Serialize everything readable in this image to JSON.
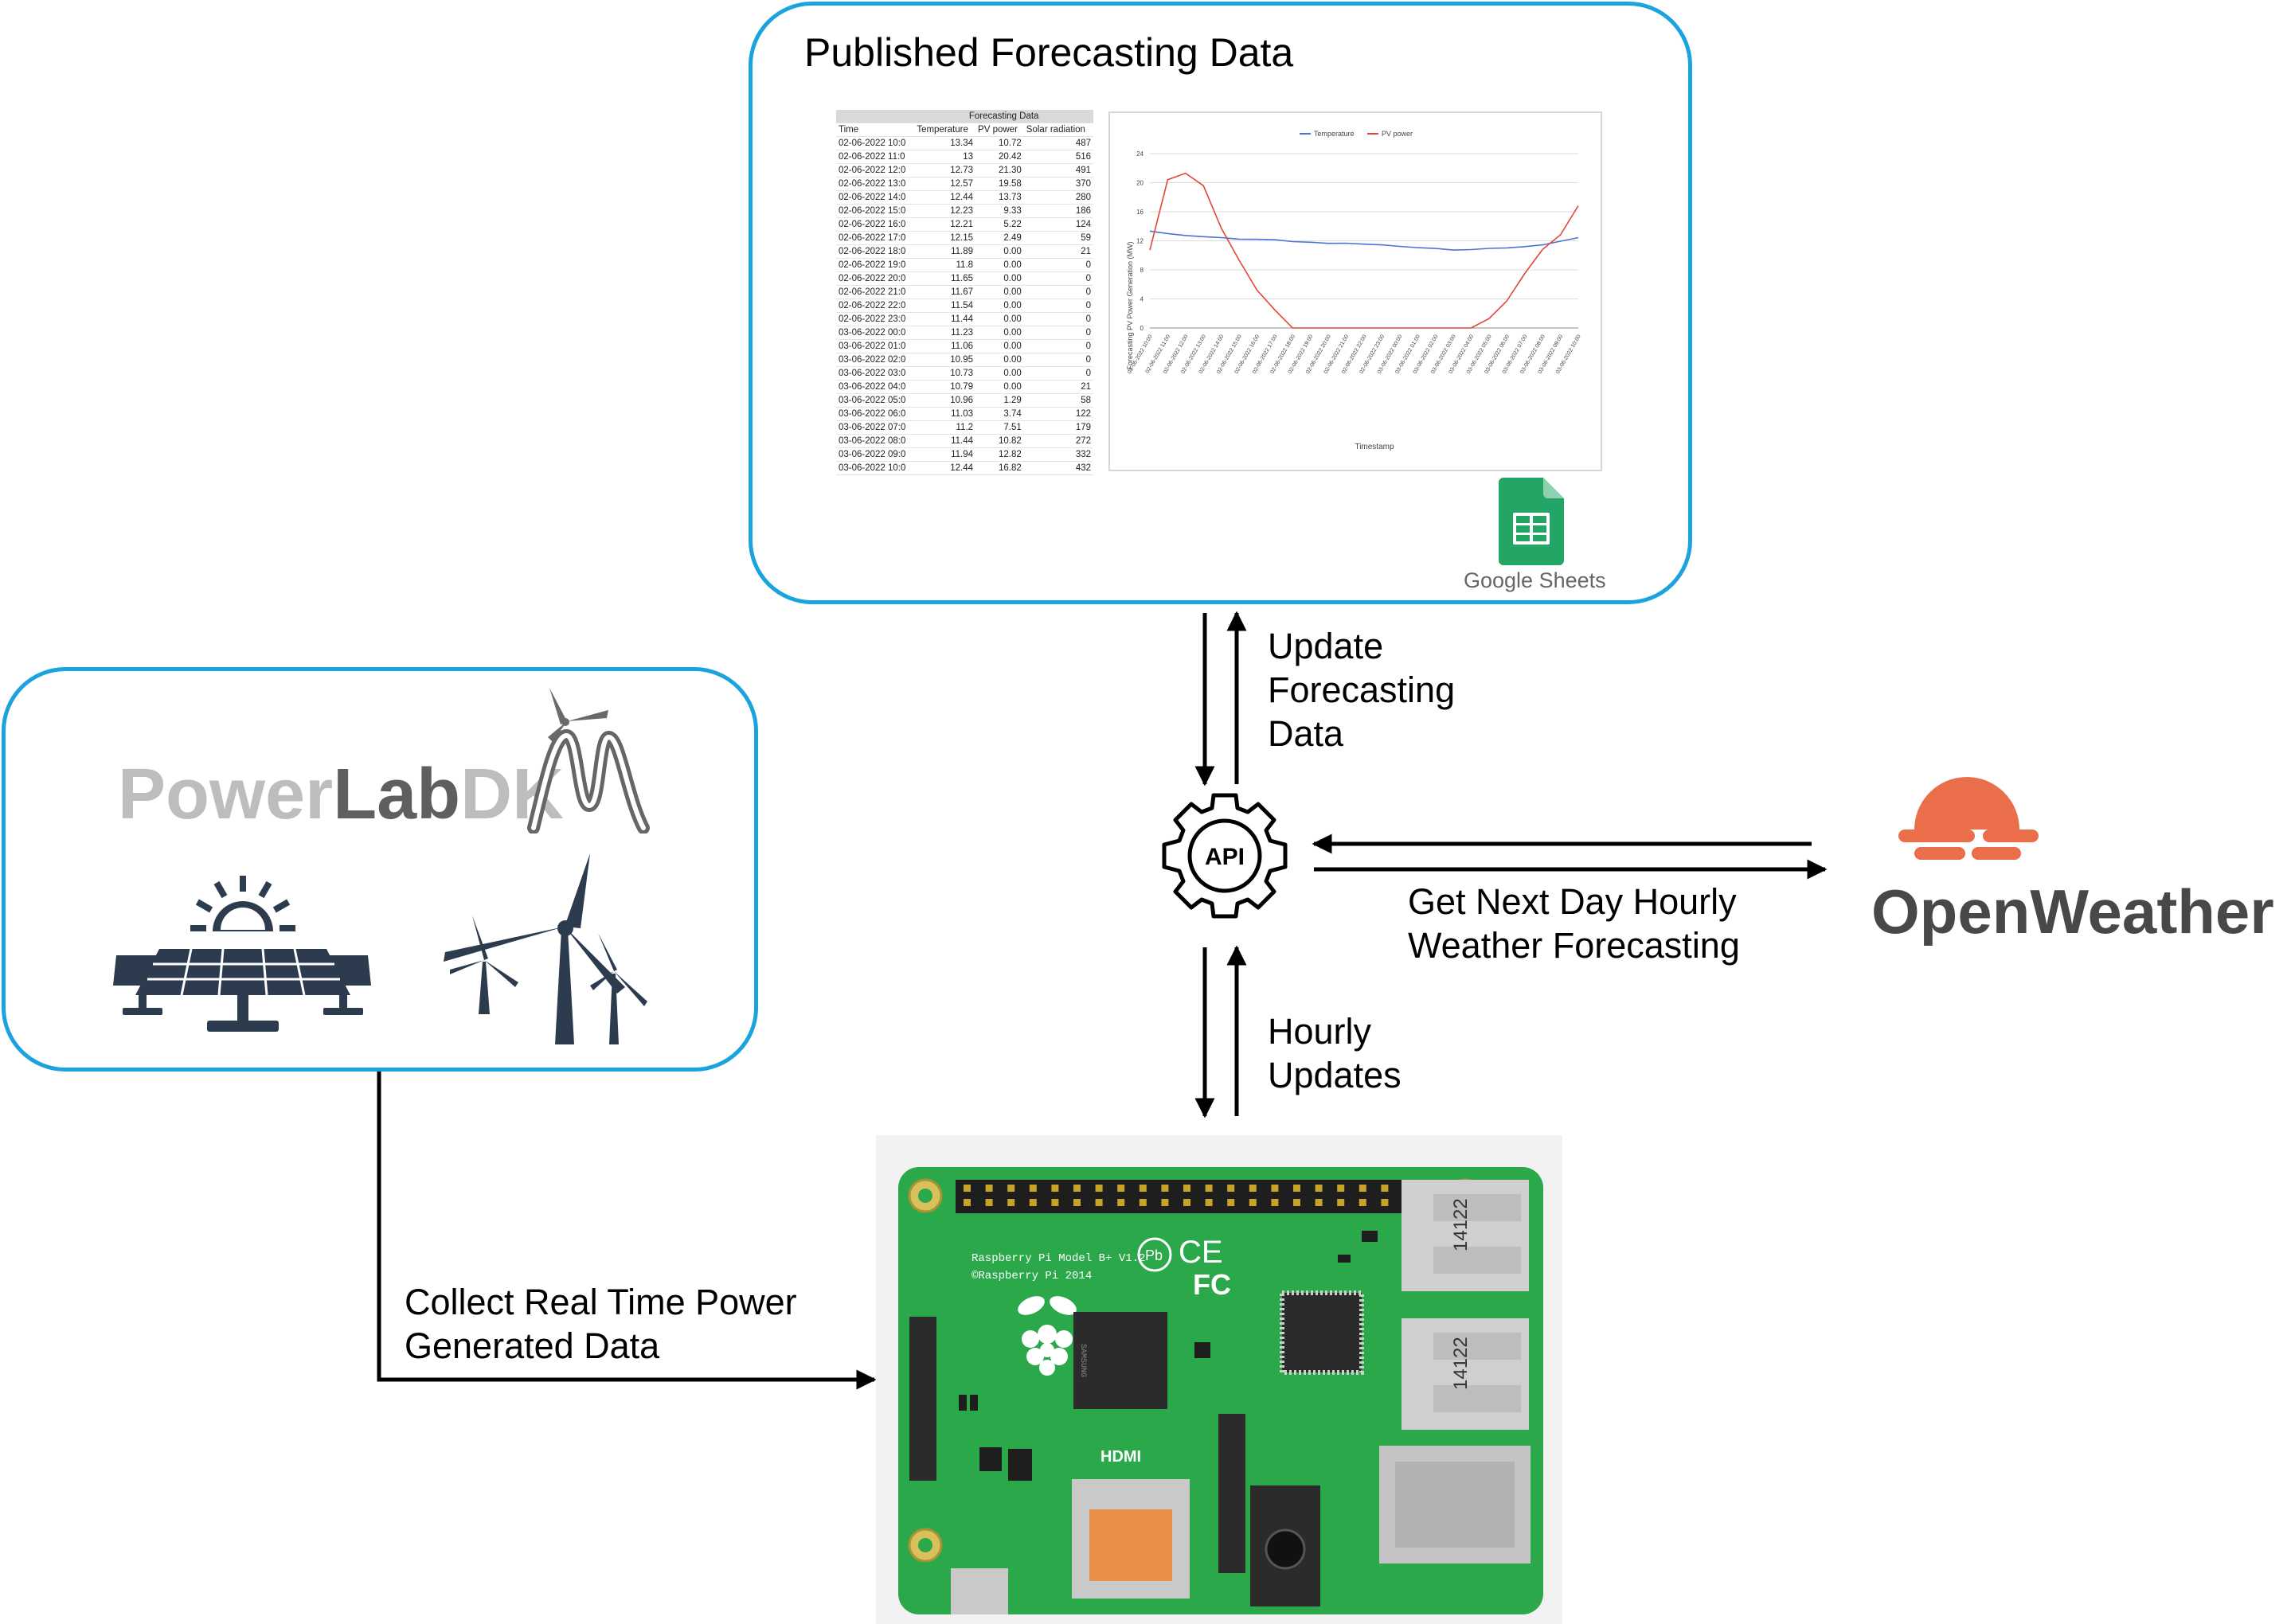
{
  "panels": {
    "forecast_title": "Published Forecasting Data",
    "google_sheets_label": "Google Sheets"
  },
  "sheet": {
    "group_header": "Forecasting Data",
    "columns": [
      "Time",
      "Temperature",
      "PV power",
      "Solar radiation"
    ],
    "rows": [
      [
        "02-06-2022 10:0",
        "13.34",
        "10.72",
        "487"
      ],
      [
        "02-06-2022 11:0",
        "13",
        "20.42",
        "516"
      ],
      [
        "02-06-2022 12:0",
        "12.73",
        "21.30",
        "491"
      ],
      [
        "02-06-2022 13:0",
        "12.57",
        "19.58",
        "370"
      ],
      [
        "02-06-2022 14:0",
        "12.44",
        "13.73",
        "280"
      ],
      [
        "02-06-2022 15:0",
        "12.23",
        "9.33",
        "186"
      ],
      [
        "02-06-2022 16:0",
        "12.21",
        "5.22",
        "124"
      ],
      [
        "02-06-2022 17:0",
        "12.15",
        "2.49",
        "59"
      ],
      [
        "02-06-2022 18:0",
        "11.89",
        "0.00",
        "21"
      ],
      [
        "02-06-2022 19:0",
        "11.8",
        "0.00",
        "0"
      ],
      [
        "02-06-2022 20:0",
        "11.65",
        "0.00",
        "0"
      ],
      [
        "02-06-2022 21:0",
        "11.67",
        "0.00",
        "0"
      ],
      [
        "02-06-2022 22:0",
        "11.54",
        "0.00",
        "0"
      ],
      [
        "02-06-2022 23:0",
        "11.44",
        "0.00",
        "0"
      ],
      [
        "03-06-2022 00:0",
        "11.23",
        "0.00",
        "0"
      ],
      [
        "03-06-2022 01:0",
        "11.06",
        "0.00",
        "0"
      ],
      [
        "03-06-2022 02:0",
        "10.95",
        "0.00",
        "0"
      ],
      [
        "03-06-2022 03:0",
        "10.73",
        "0.00",
        "0"
      ],
      [
        "03-06-2022 04:0",
        "10.79",
        "0.00",
        "21"
      ],
      [
        "03-06-2022 05:0",
        "10.96",
        "1.29",
        "58"
      ],
      [
        "03-06-2022 06:0",
        "11.03",
        "3.74",
        "122"
      ],
      [
        "03-06-2022 07:0",
        "11.2",
        "7.51",
        "179"
      ],
      [
        "03-06-2022 08:0",
        "11.44",
        "10.82",
        "272"
      ],
      [
        "03-06-2022 09:0",
        "11.94",
        "12.82",
        "332"
      ],
      [
        "03-06-2022 10:0",
        "12.44",
        "16.82",
        "432"
      ]
    ]
  },
  "chart_data": {
    "type": "line",
    "x": [
      "02-06-2022 10:00",
      "02-06-2022 11:00",
      "02-06-2022 12:00",
      "02-06-2022 13:00",
      "02-06-2022 14:00",
      "02-06-2022 15:00",
      "02-06-2022 16:00",
      "02-06-2022 17:00",
      "02-06-2022 18:00",
      "02-06-2022 19:00",
      "02-06-2022 20:00",
      "02-06-2022 21:00",
      "02-06-2022 22:00",
      "02-06-2022 23:00",
      "03-06-2022 00:00",
      "03-06-2022 01:00",
      "03-06-2022 02:00",
      "03-06-2022 03:00",
      "03-06-2022 04:00",
      "03-06-2022 05:00",
      "03-06-2022 06:00",
      "03-06-2022 07:00",
      "03-06-2022 08:00",
      "03-06-2022 09:00",
      "03-06-2022 10:00"
    ],
    "series": [
      {
        "name": "Temperature",
        "color": "#4a73d6",
        "values": [
          13.34,
          13,
          12.73,
          12.57,
          12.44,
          12.23,
          12.21,
          12.15,
          11.89,
          11.8,
          11.65,
          11.67,
          11.54,
          11.44,
          11.23,
          11.06,
          10.95,
          10.73,
          10.79,
          10.96,
          11.03,
          11.2,
          11.44,
          11.94,
          12.44
        ]
      },
      {
        "name": "PV power",
        "color": "#e0463a",
        "values": [
          10.72,
          20.42,
          21.3,
          19.58,
          13.73,
          9.33,
          5.22,
          2.49,
          0,
          0,
          0,
          0,
          0,
          0,
          0,
          0,
          0,
          0,
          0,
          1.29,
          3.74,
          7.51,
          10.82,
          12.82,
          16.82
        ]
      }
    ],
    "xlabel": "Timestamp",
    "ylabel": "Forecasting PV Power Generation (MW)",
    "ylim": [
      0,
      24
    ],
    "yticks": [
      0,
      4,
      8,
      12,
      16,
      20,
      24
    ],
    "grid": true,
    "legend": "top"
  },
  "api": {
    "label": "API"
  },
  "powerlab": {
    "power": "Power",
    "lab": "Lab",
    "dk": "DK"
  },
  "openweather": {
    "label": "OpenWeather"
  },
  "arrows": {
    "update_line1": "Update",
    "update_line2": "Forecasting",
    "update_line3": "Data",
    "weather_line1": "Get Next Day Hourly",
    "weather_line2": "Weather Forecasting",
    "hourly_line1": "Hourly",
    "hourly_line2": "Updates",
    "collect_line1": "Collect Real Time Power",
    "collect_line2": "Generated Data"
  },
  "rpi": {
    "model": "Raspberry Pi Model B+ V1.2",
    "copyright": "©Raspberry Pi 2014",
    "usb_code": "14122",
    "hdmi": "HDMI",
    "ce": "CE",
    "fc": "FC"
  },
  "colors": {
    "panel_border": "#1aa3dd",
    "openweather_orange": "#eb6e4b",
    "openweather_text": "#48484a",
    "pcb_green": "#2aa84a",
    "icon_navy": "#2d3b4f"
  }
}
